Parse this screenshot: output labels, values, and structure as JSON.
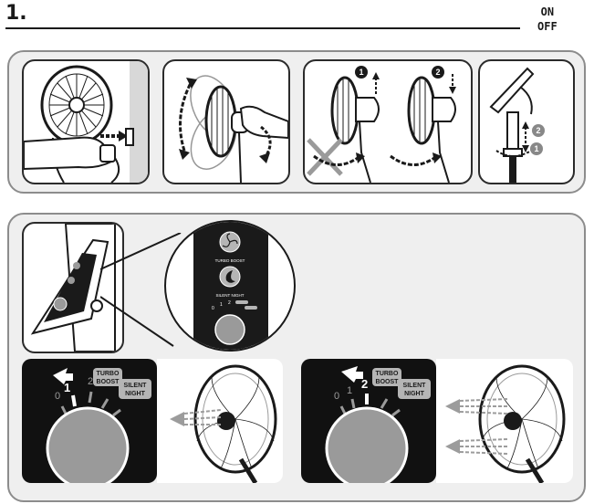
{
  "header": {
    "step_number": "1.",
    "on_label": "ON",
    "off_label": "OFF"
  },
  "assembly_steps": {
    "step_a_badge": "1",
    "step_b_badge": "2",
    "height_badge_1": "1",
    "height_badge_2": "2"
  },
  "controls": {
    "turbo_label": "TURBO BOOST",
    "silent_label": "SILENT NIGHT",
    "dial_positions": [
      "0",
      "1",
      "2"
    ]
  },
  "speed_setting_1": {
    "positions": [
      "0",
      "1",
      "2"
    ],
    "turbo_line1": "TURBO",
    "turbo_line2": "BOOST",
    "silent_line1": "SILENT",
    "silent_line2": "NIGHT"
  },
  "speed_setting_2": {
    "positions": [
      "0",
      "1",
      "2"
    ],
    "turbo_line1": "TURBO",
    "turbo_line2": "BOOST",
    "silent_line1": "SILENT",
    "silent_line2": "NIGHT"
  },
  "colors": {
    "frame_border": "#8c8c8c",
    "frame_fill": "#efefef",
    "panel_dark": "#111111",
    "knob_grey": "#9a9a9a",
    "button_grey": "#b5b5b5",
    "airflow_grey": "#9c9c9c"
  }
}
